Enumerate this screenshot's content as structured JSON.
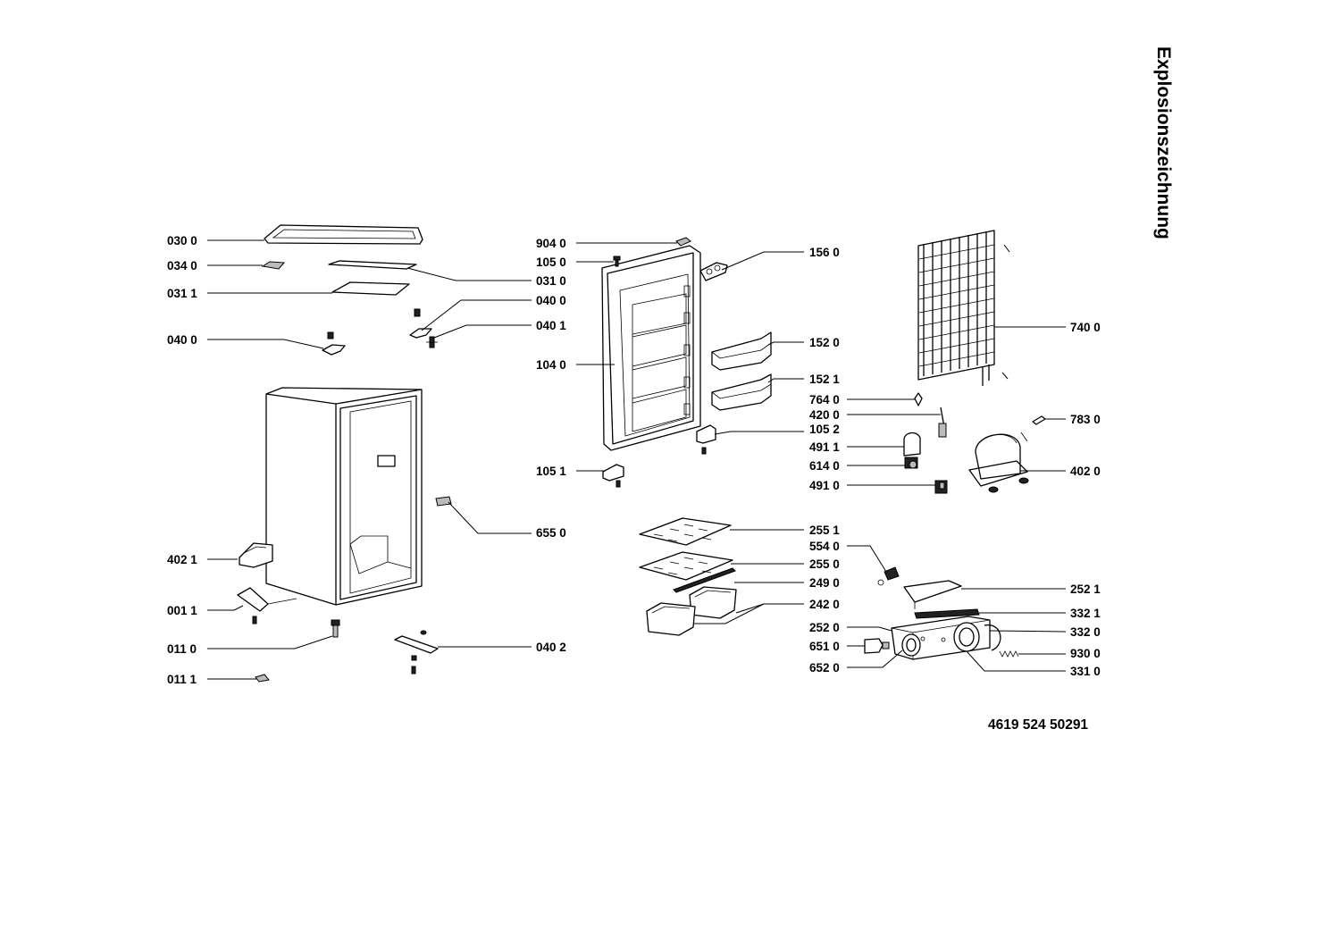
{
  "title": "Explosionszeichnung",
  "document_number": "4619 524 50291",
  "labels": [
    {
      "id": "030-0",
      "text": "030 0"
    },
    {
      "id": "034-0",
      "text": "034 0"
    },
    {
      "id": "031-1",
      "text": "031 1"
    },
    {
      "id": "040-0-left",
      "text": "040 0"
    },
    {
      "id": "402-1",
      "text": "402 1"
    },
    {
      "id": "001-1",
      "text": "001 1"
    },
    {
      "id": "011-0",
      "text": "011 0"
    },
    {
      "id": "011-1",
      "text": "011 1"
    },
    {
      "id": "904-0",
      "text": "904 0"
    },
    {
      "id": "105-0",
      "text": "105 0"
    },
    {
      "id": "031-0",
      "text": "031 0"
    },
    {
      "id": "040-0-mid",
      "text": "040 0"
    },
    {
      "id": "040-1",
      "text": "040 1"
    },
    {
      "id": "104-0",
      "text": "104 0"
    },
    {
      "id": "105-1",
      "text": "105 1"
    },
    {
      "id": "655-0",
      "text": "655 0"
    },
    {
      "id": "040-2",
      "text": "040 2"
    },
    {
      "id": "156-0",
      "text": "156 0"
    },
    {
      "id": "152-0",
      "text": "152 0"
    },
    {
      "id": "152-1",
      "text": "152 1"
    },
    {
      "id": "764-0",
      "text": "764 0"
    },
    {
      "id": "420-0",
      "text": "420 0"
    },
    {
      "id": "105-2",
      "text": "105 2"
    },
    {
      "id": "491-1",
      "text": "491 1"
    },
    {
      "id": "614-0",
      "text": "614 0"
    },
    {
      "id": "491-0",
      "text": "491 0"
    },
    {
      "id": "740-0",
      "text": "740 0"
    },
    {
      "id": "783-0",
      "text": "783 0"
    },
    {
      "id": "402-0",
      "text": "402 0"
    },
    {
      "id": "255-1",
      "text": "255 1"
    },
    {
      "id": "554-0",
      "text": "554 0"
    },
    {
      "id": "255-0",
      "text": "255 0"
    },
    {
      "id": "249-0",
      "text": "249 0"
    },
    {
      "id": "242-0",
      "text": "242 0"
    },
    {
      "id": "252-0",
      "text": "252 0"
    },
    {
      "id": "651-0",
      "text": "651 0"
    },
    {
      "id": "652-0",
      "text": "652 0"
    },
    {
      "id": "252-1",
      "text": "252 1"
    },
    {
      "id": "332-1",
      "text": "332 1"
    },
    {
      "id": "332-0",
      "text": "332 0"
    },
    {
      "id": "930-0",
      "text": "930 0"
    },
    {
      "id": "331-0",
      "text": "331 0"
    }
  ]
}
